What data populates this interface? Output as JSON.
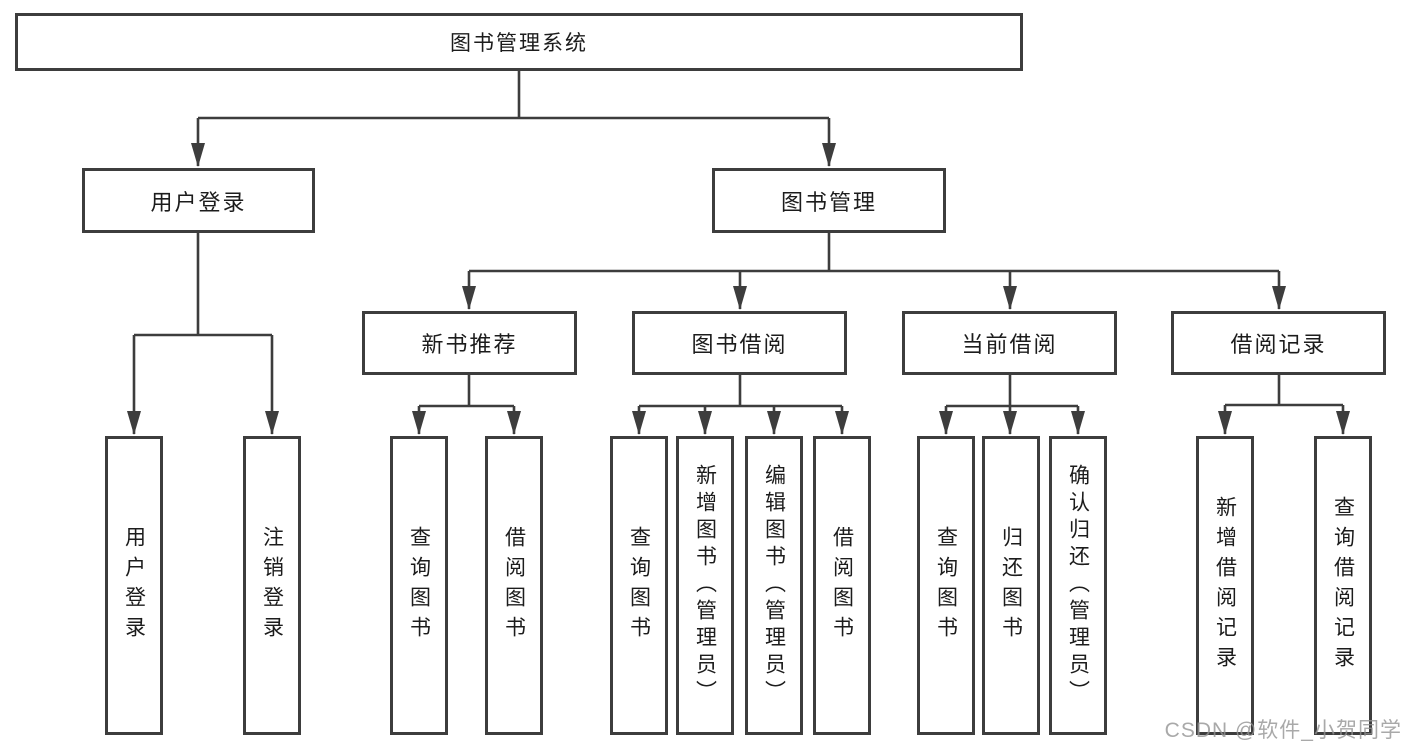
{
  "tree": {
    "root": {
      "label": "图书管理系统"
    },
    "branches": [
      {
        "label": "用户登录",
        "children": [
          {
            "label": "用户登录"
          },
          {
            "label": "注销登录"
          }
        ]
      },
      {
        "label": "图书管理",
        "children": [
          {
            "label": "新书推荐",
            "children": [
              {
                "label": "查询图书"
              },
              {
                "label": "借阅图书"
              }
            ]
          },
          {
            "label": "图书借阅",
            "children": [
              {
                "label": "查询图书"
              },
              {
                "label": "新增图书（管理员）"
              },
              {
                "label": "编辑图书（管理员）"
              },
              {
                "label": "借阅图书"
              }
            ]
          },
          {
            "label": "当前借阅",
            "children": [
              {
                "label": "查询图书"
              },
              {
                "label": "归还图书"
              },
              {
                "label": "确认归还（管理员）"
              }
            ]
          },
          {
            "label": "借阅记录",
            "children": [
              {
                "label": "新增借阅记录"
              },
              {
                "label": "查询借阅记录"
              }
            ]
          }
        ]
      }
    ]
  },
  "watermark": {
    "text": "CSDN @软件_小贺同学"
  },
  "colors": {
    "line": "#3d3d3d",
    "text": "#1c1c1c",
    "watermark": "#949494",
    "background": "#ffffff"
  }
}
